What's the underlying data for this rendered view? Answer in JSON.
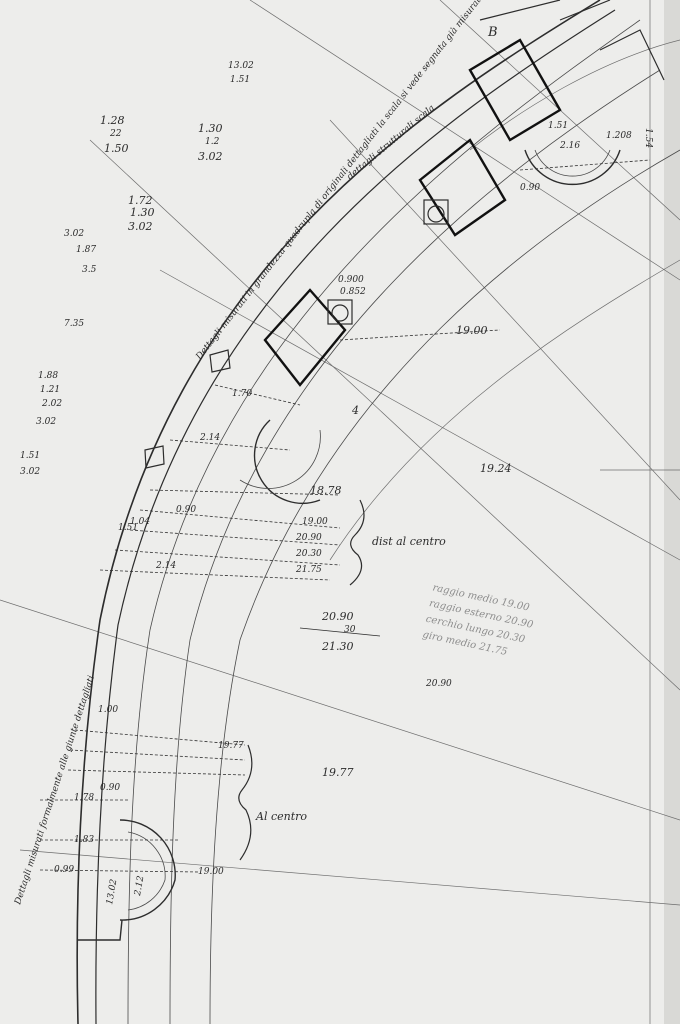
{
  "sheet": {
    "paper_color": "#f2f2f0",
    "ink_color": "#2b2b2b",
    "guide_color": "#6d6d6d"
  },
  "header": {
    "letter": "B",
    "margin_note_top": "Dettagli misurati in grandezza quadrupla di originali dettagliati la scala si vede segnata già misurati alla lettera",
    "margin_note_top_b": "dettagli strutturali scala",
    "margin_note_left": "Dettagli misurati formalmente alle giunte dettagliati",
    "radius_note": "distanze al centro"
  },
  "calculations": {
    "top": [
      "13.02",
      "1.51"
    ],
    "left_a": [
      "1.28",
      "22",
      "1.50"
    ],
    "left_b": [
      "1.30",
      "1.2",
      "3.02"
    ],
    "left_c": [
      "1.72",
      "1.30",
      "3.02"
    ],
    "left_d": [
      "3.02",
      "1.87",
      "3.5"
    ],
    "left_e": [
      "7.35"
    ],
    "left_f": [
      "1.88",
      "1.21",
      "2.02",
      "3.02"
    ],
    "left_g": [
      "1.51",
      "3.02"
    ]
  },
  "dimensions": {
    "arc_outer": "19.00",
    "arc_mid": "19.24",
    "arc_low": "19.77",
    "mid_width_a": "20.90",
    "mid_width_b": "30",
    "mid_width_c": "21.30",
    "mid_width_d": "20.90",
    "bay_a": "1.51",
    "bay_b": "1.208",
    "bay_c": "2.16",
    "bay_d": "1.54",
    "bay_e": "0.90",
    "pier_a": "0.900",
    "pier_b": "0.852",
    "top_gap": "1.70",
    "mid_gap": "2.14",
    "left_gap_a": "1.51",
    "left_gap_b": "2.14",
    "left_gap_c": "1.04",
    "left_gap_d": "0.90",
    "bottom_a": "1.83",
    "bottom_b": "0.99",
    "bottom_c": "1.78",
    "bottom_d": "13.02",
    "bottom_e": "2.12",
    "bottom_f": "19.00",
    "rad_a": "18.78",
    "rad_b": "19.00",
    "rad_c": "20.90",
    "rad_d": "20.30",
    "rad_e": "21.75",
    "rad_f": "19.77",
    "low_a": "1.00",
    "low_b": "0.90"
  },
  "labels": {
    "al_centro_upper": "dist al centro",
    "al_centro_lower": "Al centro",
    "section_mark": "4"
  },
  "faint_notes": [
    "raggio medio 19.00",
    "raggio esterno 20.90",
    "cerchio lungo 20.30",
    "giro medio 21.75"
  ]
}
